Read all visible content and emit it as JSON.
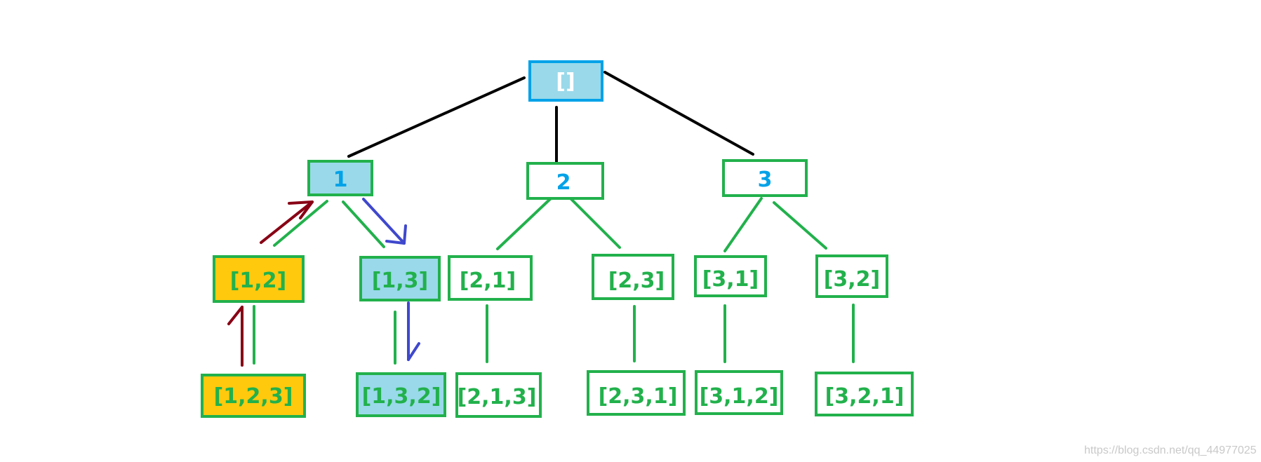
{
  "colors": {
    "green": "#22b14c",
    "blue_text": "#00a2e8",
    "cyan_fill": "#99d9ea",
    "yellow_fill": "#ffc90e",
    "black": "#000000",
    "dark_red": "#880015",
    "arrow_blue": "#3f48cc",
    "root_border": "#00a2e8"
  },
  "tree": {
    "root": {
      "label": "[]"
    },
    "level1": [
      {
        "label": "1",
        "fill": "cyan"
      },
      {
        "label": "2",
        "fill": "none"
      },
      {
        "label": "3",
        "fill": "none"
      }
    ],
    "level2": [
      {
        "label": "[1,2]",
        "fill": "yellow"
      },
      {
        "label": "[1,3]",
        "fill": "cyan"
      },
      {
        "label": "[2,1]",
        "fill": "none"
      },
      {
        "label": "[2,3]",
        "fill": "none"
      },
      {
        "label": "[3,1]",
        "fill": "none"
      },
      {
        "label": "[3,2]",
        "fill": "none"
      }
    ],
    "level3": [
      {
        "label": "[1,2,3]",
        "fill": "yellow"
      },
      {
        "label": "[1,3,2]",
        "fill": "cyan"
      },
      {
        "label": "[2,1,3]",
        "fill": "none"
      },
      {
        "label": "[2,3,1]",
        "fill": "none"
      },
      {
        "label": "[3,1,2]",
        "fill": "none"
      },
      {
        "label": "[3,2,1]",
        "fill": "none"
      }
    ]
  },
  "watermark": "https://blog.csdn.net/qq_44977025"
}
